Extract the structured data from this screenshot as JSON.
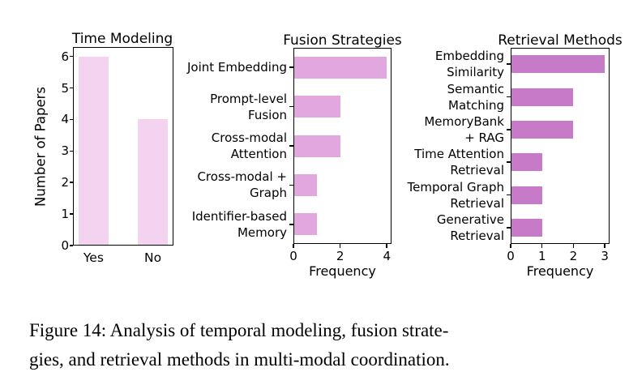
{
  "caption": {
    "line1": "Figure 14: Analysis of temporal modeling, fusion strate-",
    "line2": "gies, and retrieval methods in multi-modal coordination."
  },
  "colors": {
    "axis": "#000000",
    "text": "#000000",
    "background": "#ffffff",
    "time_modeling_bar": "#f4d3f1",
    "fusion_bar": "#e1a7de",
    "retrieval_bar": "#c77ac8"
  },
  "chart_data": [
    {
      "type": "bar",
      "orientation": "vertical",
      "title": "Time Modeling",
      "xlabel": "",
      "ylabel": "Number of Papers",
      "categories": [
        "Yes",
        "No"
      ],
      "values": [
        6,
        4
      ],
      "ylim": [
        0,
        6.3
      ],
      "yticks": [
        0,
        1,
        2,
        3,
        4,
        5,
        6
      ],
      "bar_color": "#f4d3f1",
      "grid": false,
      "legend": false
    },
    {
      "type": "bar",
      "orientation": "horizontal",
      "title": "Fusion Strategies",
      "xlabel": "Frequency",
      "ylabel": "",
      "categories": [
        [
          "Joint Embedding"
        ],
        [
          "Prompt-level",
          "Fusion"
        ],
        [
          "Cross-modal",
          "Attention"
        ],
        [
          "Cross-modal +",
          "Graph"
        ],
        [
          "Identifier-based",
          "Memory"
        ]
      ],
      "values": [
        4,
        2,
        2,
        1,
        1
      ],
      "xlim": [
        0,
        4.2
      ],
      "xticks": [
        0,
        2,
        4
      ],
      "bar_color": "#e1a7de",
      "grid": false,
      "legend": false
    },
    {
      "type": "bar",
      "orientation": "horizontal",
      "title": "Retrieval Methods",
      "xlabel": "Frequency",
      "ylabel": "",
      "categories": [
        [
          "Embedding",
          "Similarity"
        ],
        [
          "Semantic",
          "Matching"
        ],
        [
          "MemoryBank",
          "+ RAG"
        ],
        [
          "Time Attention",
          "Retrieval"
        ],
        [
          "Temporal Graph",
          "Retrieval"
        ],
        [
          "Generative",
          "Retrieval"
        ]
      ],
      "values": [
        3,
        2,
        2,
        1,
        1,
        1
      ],
      "xlim": [
        0,
        3.15
      ],
      "xticks": [
        0,
        1,
        2,
        3
      ],
      "bar_color": "#c77ac8",
      "grid": false,
      "legend": false
    }
  ]
}
